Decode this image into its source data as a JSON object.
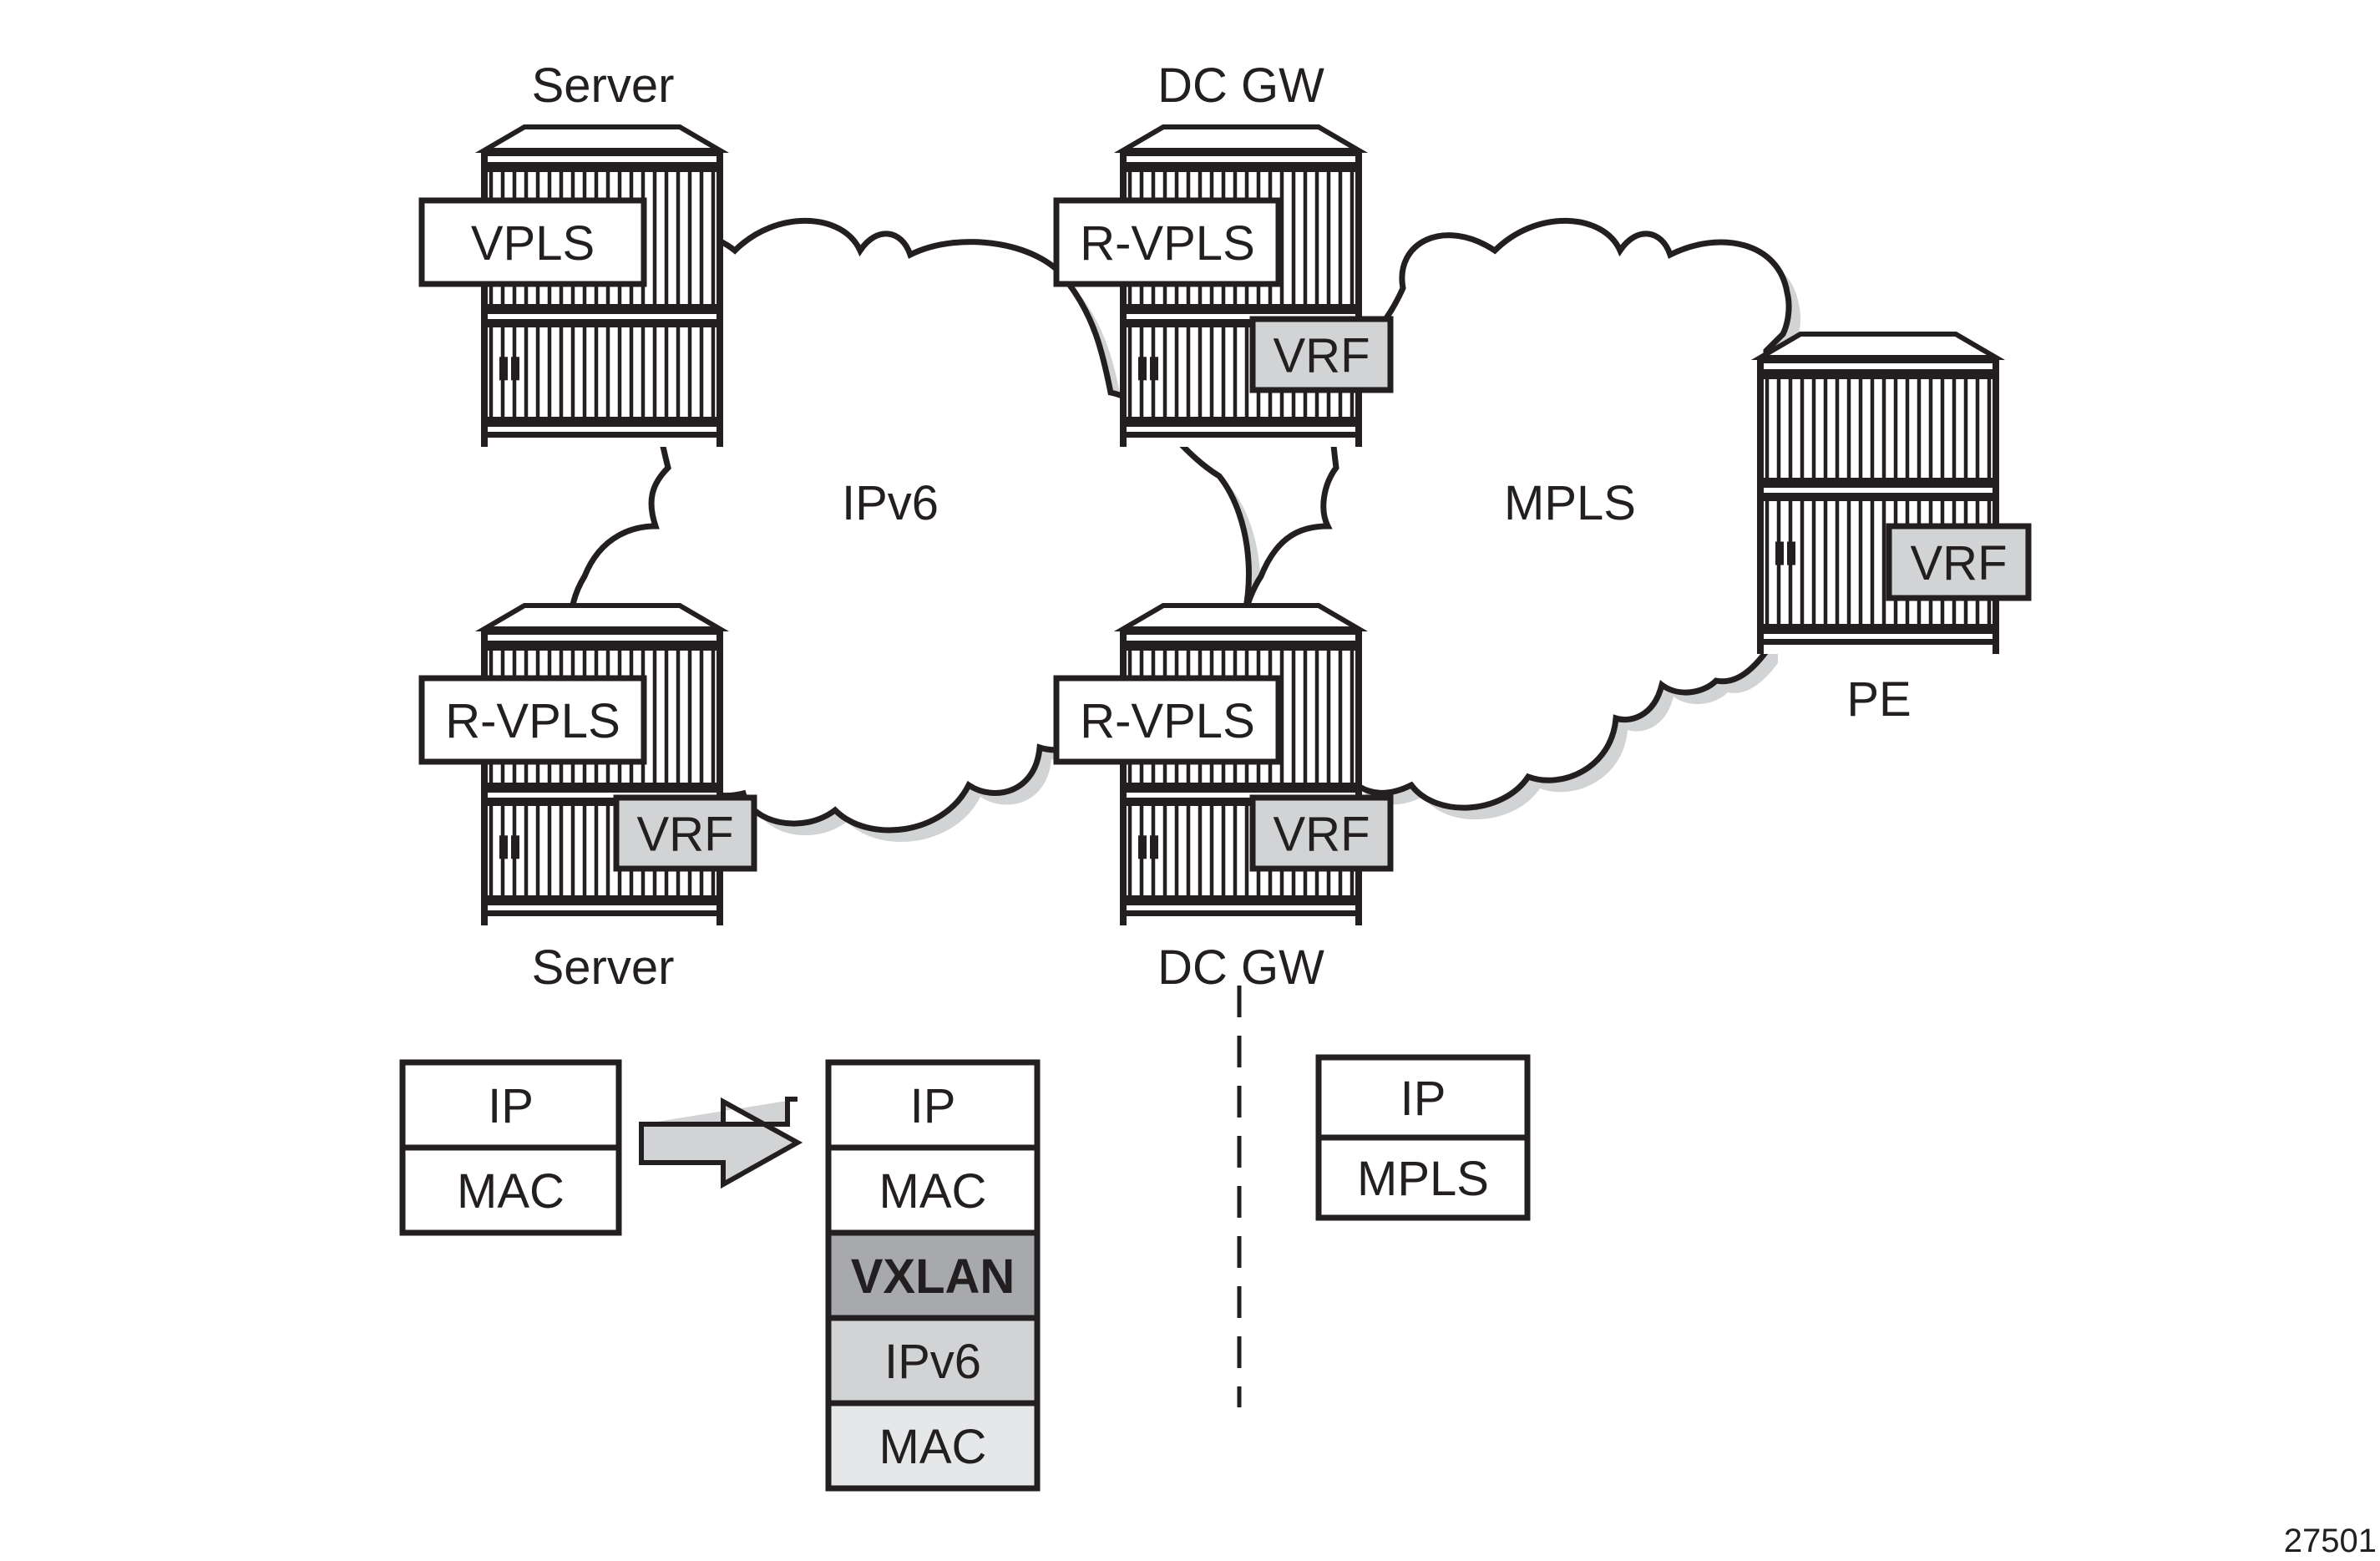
{
  "colors": {
    "ink": "#231f20",
    "shadow": "#d1d3d4",
    "vrf_fill": "#d1d3d4",
    "arrow_fill": "#d1d3d4",
    "vxlan_fill": "#a7a9ac",
    "ipv6_fill": "#d1d3d4",
    "outer_mac_fill": "#e6e7e8",
    "white": "#ffffff"
  },
  "clouds": {
    "ipv6": {
      "label": "IPv6"
    },
    "mpls": {
      "label": "MPLS"
    }
  },
  "devices": {
    "server_top": {
      "label": "Server",
      "tags": [
        "VPLS"
      ]
    },
    "dcgw_top": {
      "label": "DC GW",
      "tags": [
        "R-VPLS",
        "VRF"
      ]
    },
    "pe": {
      "label": "PE",
      "tags": [
        "VRF"
      ]
    },
    "server_bottom": {
      "label": "Server",
      "tags": [
        "R-VPLS",
        "VRF"
      ]
    },
    "dcgw_bottom": {
      "label": "DC GW",
      "tags": [
        "R-VPLS",
        "VRF"
      ]
    }
  },
  "stacks": {
    "original": [
      "IP",
      "MAC"
    ],
    "encapsulated": [
      "IP",
      "MAC",
      "VXLAN",
      "IPv6",
      "MAC"
    ],
    "mpls_side": [
      "IP",
      "MPLS"
    ]
  },
  "figure_number": "27501"
}
